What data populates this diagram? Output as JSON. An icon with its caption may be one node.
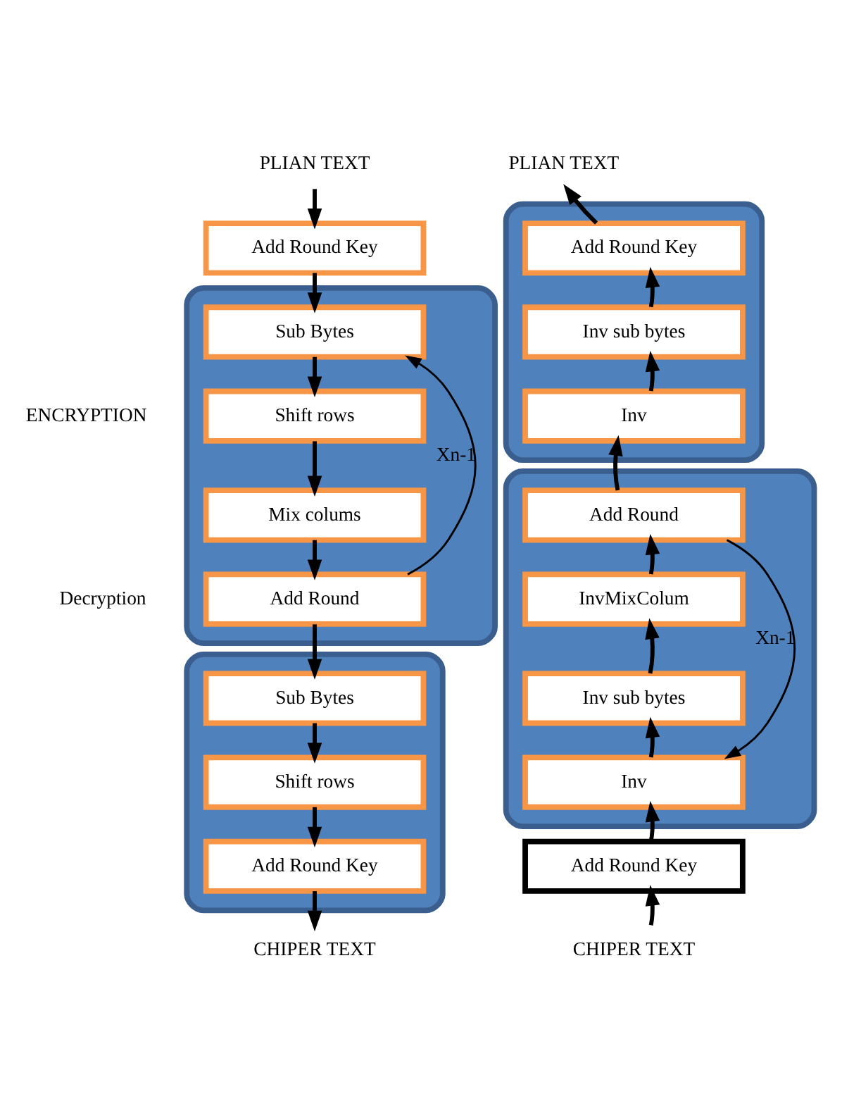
{
  "diagram": {
    "nodes": [
      {
        "text": [
          "PLIAN TEXT"
        ]
      },
      {
        "text": [
          "Add Round Key"
        ]
      },
      {
        "text": [],
        "shape": "box"
      },
      {
        "text": [
          "Sub Bytes"
        ],
        "in": 2
      },
      {
        "text": [
          "Shift rows"
        ],
        "in": 2
      },
      {
        "text": [
          "Mix colums"
        ],
        "in": 2
      },
      {
        "text": [
          "Add Round"
        ],
        "in": 2
      },
      {
        "text": [],
        "shape": "box"
      },
      {
        "text": [
          "Sub Bytes"
        ],
        "in": 7
      },
      {
        "text": [
          "Shift rows"
        ],
        "in": 7
      },
      {
        "text": [
          "Add Round Key"
        ],
        "in": 7
      },
      {
        "text": [
          "CHIPER TEXT"
        ]
      },
      {
        "text": [
          "PLIAN TEXT"
        ]
      },
      {
        "text": [],
        "shape": "box"
      },
      {
        "text": [
          "Add Round Key"
        ],
        "in": 13
      },
      {
        "text": [
          "Inv sub bytes"
        ],
        "in": 13
      },
      {
        "text": [
          "Inv"
        ],
        "in": 13
      },
      {
        "text": [],
        "shape": "box"
      },
      {
        "text": [
          "Add Round"
        ],
        "in": 17
      },
      {
        "text": [
          "InvMixColum"
        ],
        "in": 17
      },
      {
        "text": [
          "Inv sub bytes"
        ],
        "in": 17
      },
      {
        "text": [
          "Inv"
        ],
        "in": 17
      },
      {
        "text": [
          "Add Round Key"
        ]
      },
      {
        "text": [
          "CHIPER TEXT"
        ]
      }
    ],
    "edges": [
      {
        "from": 0,
        "to": 1,
        "arrow": "to"
      },
      {
        "from": 1,
        "to": 3,
        "arrow": "to"
      },
      {
        "from": 3,
        "to": 4,
        "arrow": "to"
      },
      {
        "from": 4,
        "to": 5,
        "arrow": "to"
      },
      {
        "from": 5,
        "to": 6,
        "arrow": "to"
      },
      {
        "from": 6,
        "to": 8,
        "arrow": "to"
      },
      {
        "from": 6,
        "to": 3,
        "arrow": "to",
        "label": "Xn-1"
      },
      {
        "from": 8,
        "to": 9,
        "arrow": "to"
      },
      {
        "from": 9,
        "to": 10,
        "arrow": "to"
      },
      {
        "from": 10,
        "to": 11,
        "arrow": "to"
      },
      {
        "from": 23,
        "to": 22,
        "arrow": "to"
      },
      {
        "from": 22,
        "to": 21,
        "arrow": "to"
      },
      {
        "from": 21,
        "to": 20,
        "arrow": "to"
      },
      {
        "from": 20,
        "to": 19,
        "arrow": "to"
      },
      {
        "from": 19,
        "to": 18,
        "arrow": "to"
      },
      {
        "from": 18,
        "to": 16,
        "arrow": "to"
      },
      {
        "from": 18,
        "to": 21,
        "arrow": "to",
        "label": "Xn-1"
      },
      {
        "from": 16,
        "to": 15,
        "arrow": "to"
      },
      {
        "from": 15,
        "to": 14,
        "arrow": "to"
      },
      {
        "from": 14,
        "to": 12,
        "arrow": "to"
      }
    ],
    "labels": [
      "ENCRYPTION",
      "Decryption"
    ]
  }
}
